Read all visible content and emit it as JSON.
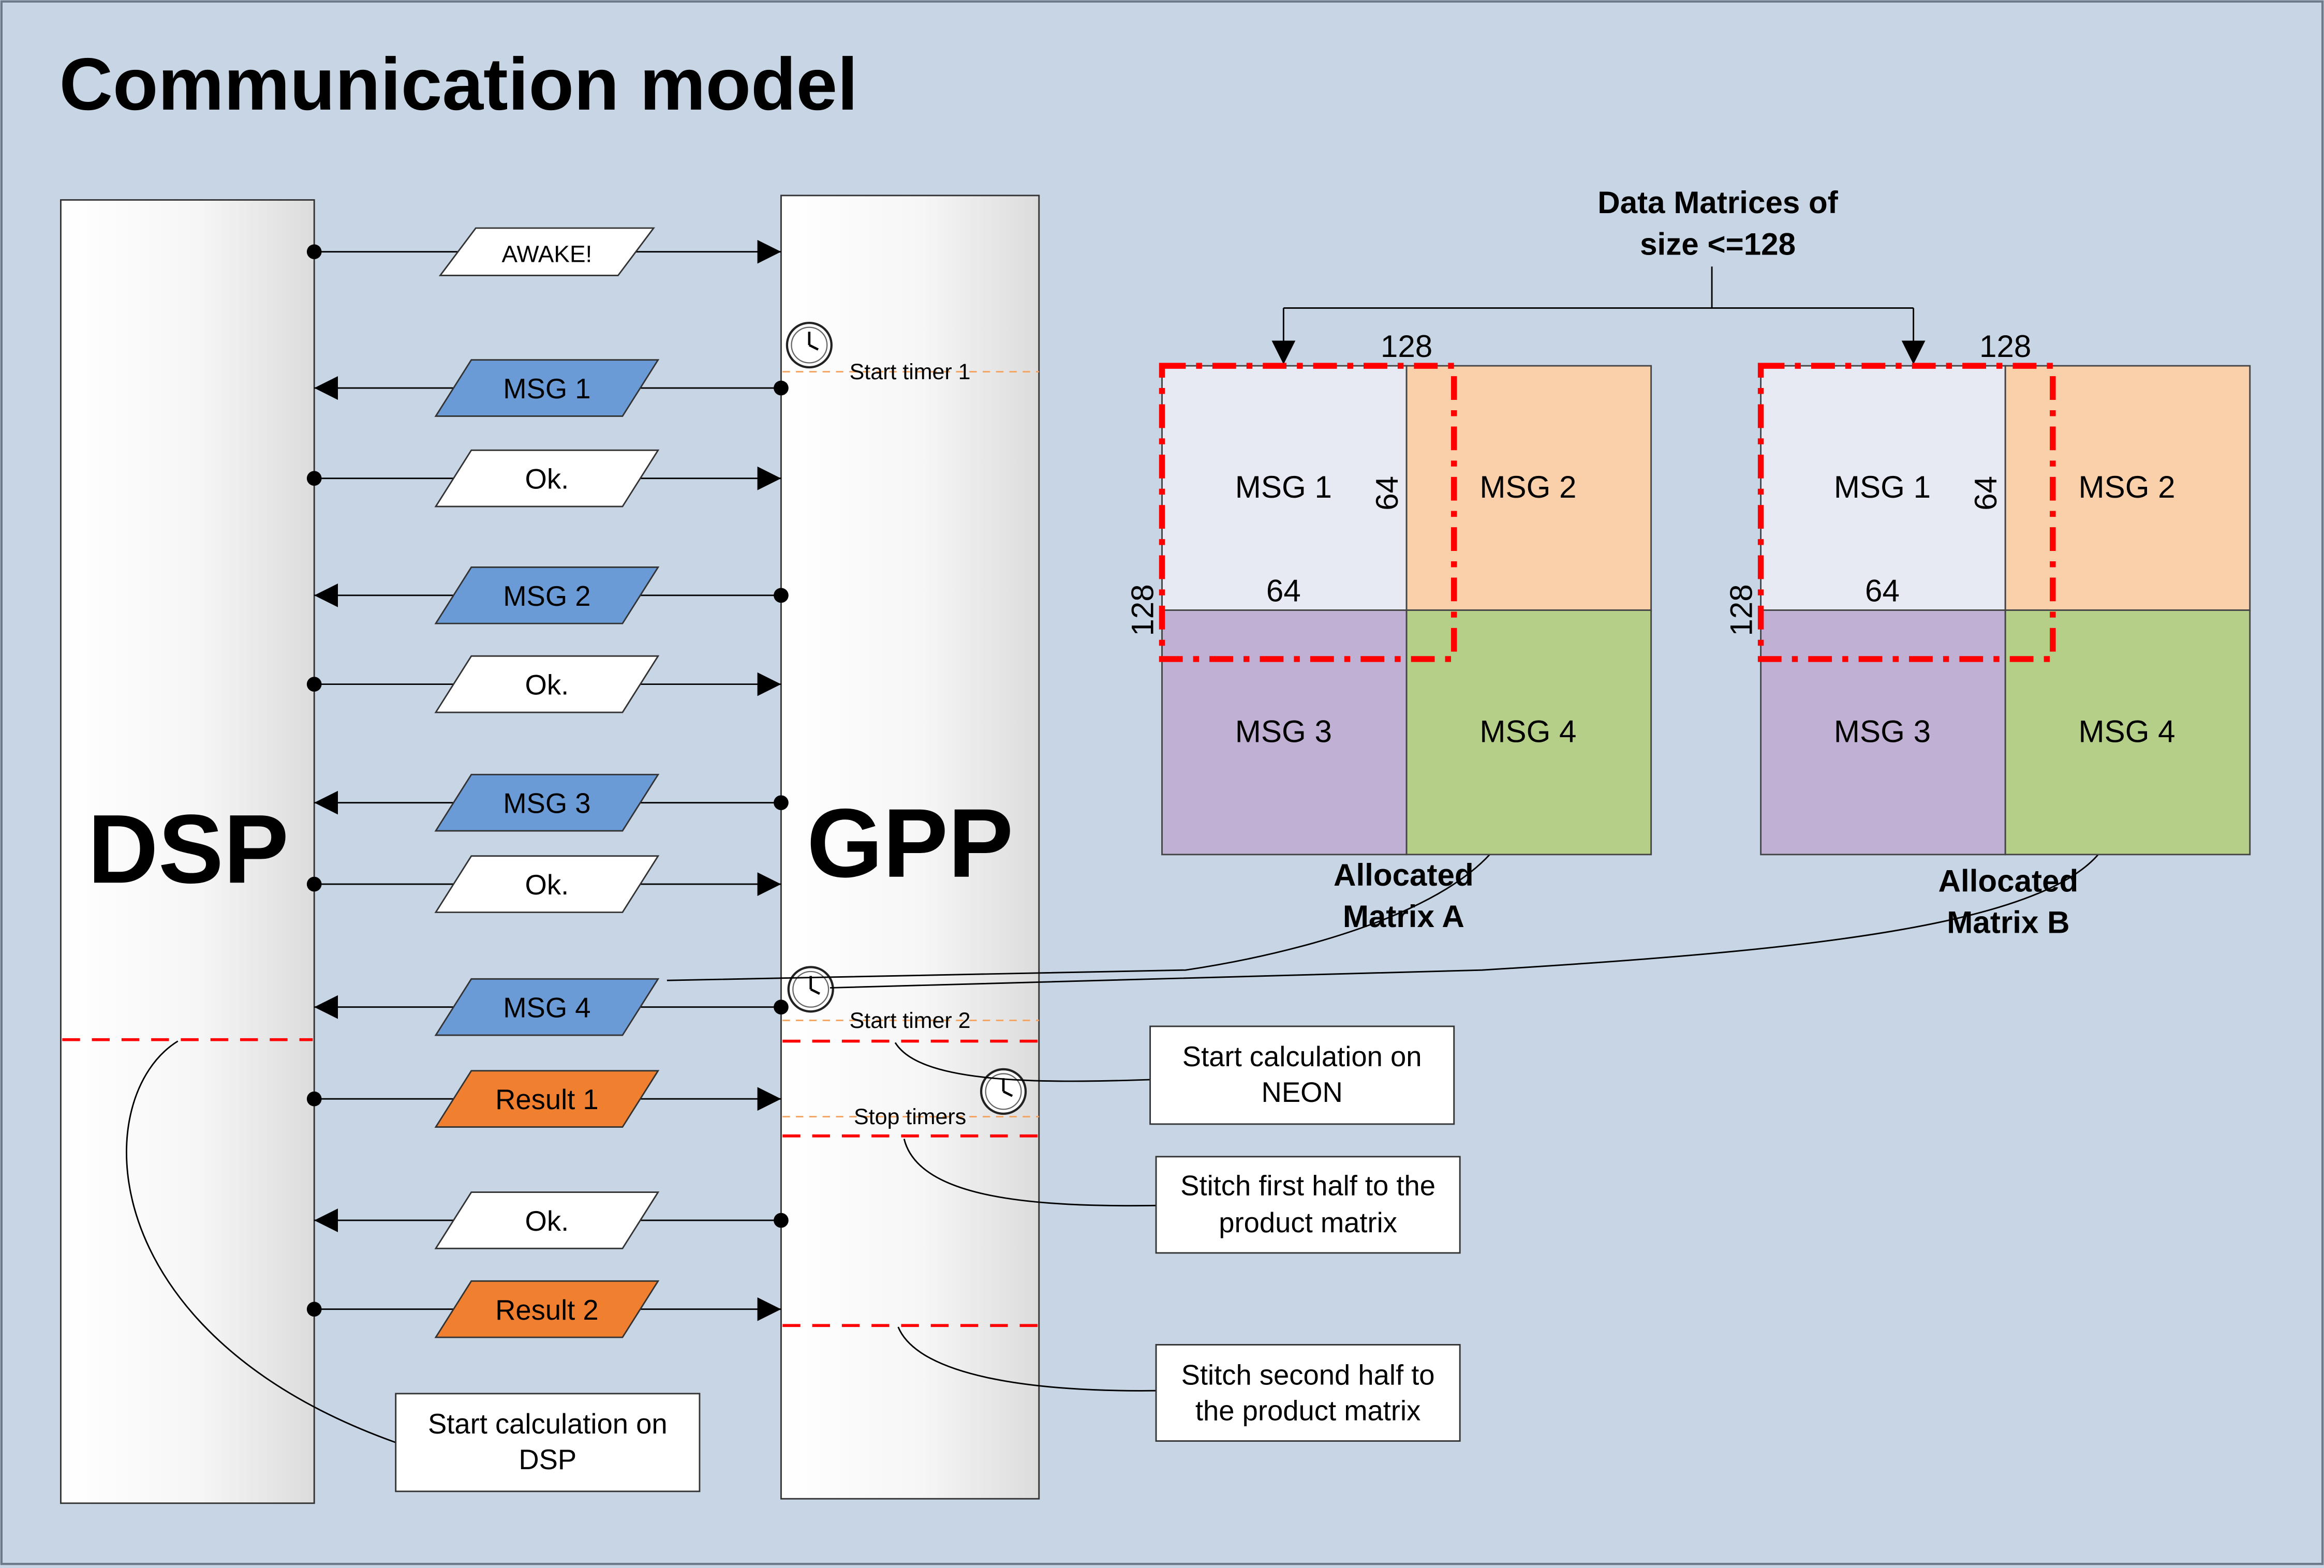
{
  "title": "Communication model",
  "lanes": {
    "left": "DSP",
    "right": "GPP"
  },
  "colors": {
    "background": "#c7d5e5",
    "msg_blue": "#6b9bd6",
    "result_orange": "#f08030",
    "ok_white": "#ffffff",
    "dash_red": "#ff0000",
    "timer_orange": "#f4a460",
    "q1": "#e8eaf3",
    "q2": "#fad0ab",
    "q3": "#c0b0d3",
    "q4": "#b6cf88"
  },
  "messages": [
    {
      "label": "AWAKE!",
      "direction": "dsp-to-gpp",
      "kind": "ok"
    },
    {
      "label": "MSG 1",
      "direction": "gpp-to-dsp",
      "kind": "msg"
    },
    {
      "label": "Ok.",
      "direction": "dsp-to-gpp",
      "kind": "ok"
    },
    {
      "label": "MSG 2",
      "direction": "gpp-to-dsp",
      "kind": "msg"
    },
    {
      "label": "Ok.",
      "direction": "dsp-to-gpp",
      "kind": "ok"
    },
    {
      "label": "MSG 3",
      "direction": "gpp-to-dsp",
      "kind": "msg"
    },
    {
      "label": "Ok.",
      "direction": "dsp-to-gpp",
      "kind": "ok"
    },
    {
      "label": "MSG 4",
      "direction": "gpp-to-dsp",
      "kind": "msg"
    },
    {
      "label": "Result 1",
      "direction": "dsp-to-gpp",
      "kind": "result"
    },
    {
      "label": "Ok.",
      "direction": "gpp-to-dsp",
      "kind": "ok"
    },
    {
      "label": "Result 2",
      "direction": "dsp-to-gpp",
      "kind": "result"
    }
  ],
  "timers": [
    "Start timer 1",
    "Start timer 2",
    "Stop timers"
  ],
  "notes": {
    "dsp_calc": [
      "Start calculation on",
      "DSP"
    ],
    "neon_calc": [
      "Start calculation on",
      "NEON"
    ],
    "stitch_first": [
      "Stitch first half to the",
      "product matrix"
    ],
    "stitch_second": [
      "Stitch second half to",
      "the product matrix"
    ]
  },
  "matrix_header": [
    "Data Matrices of",
    "size <=128"
  ],
  "matrices": [
    {
      "caption": [
        "Allocated",
        "Matrix A"
      ],
      "quadrants": [
        "MSG 1",
        "MSG 2",
        "MSG 3",
        "MSG 4"
      ],
      "dims": {
        "top": "128",
        "left": "128",
        "inner_h": "64",
        "inner_v": "64"
      }
    },
    {
      "caption": [
        "Allocated",
        "Matrix B"
      ],
      "quadrants": [
        "MSG 1",
        "MSG 2",
        "MSG 3",
        "MSG 4"
      ],
      "dims": {
        "top": "128",
        "left": "128",
        "inner_h": "64",
        "inner_v": "64"
      }
    }
  ]
}
